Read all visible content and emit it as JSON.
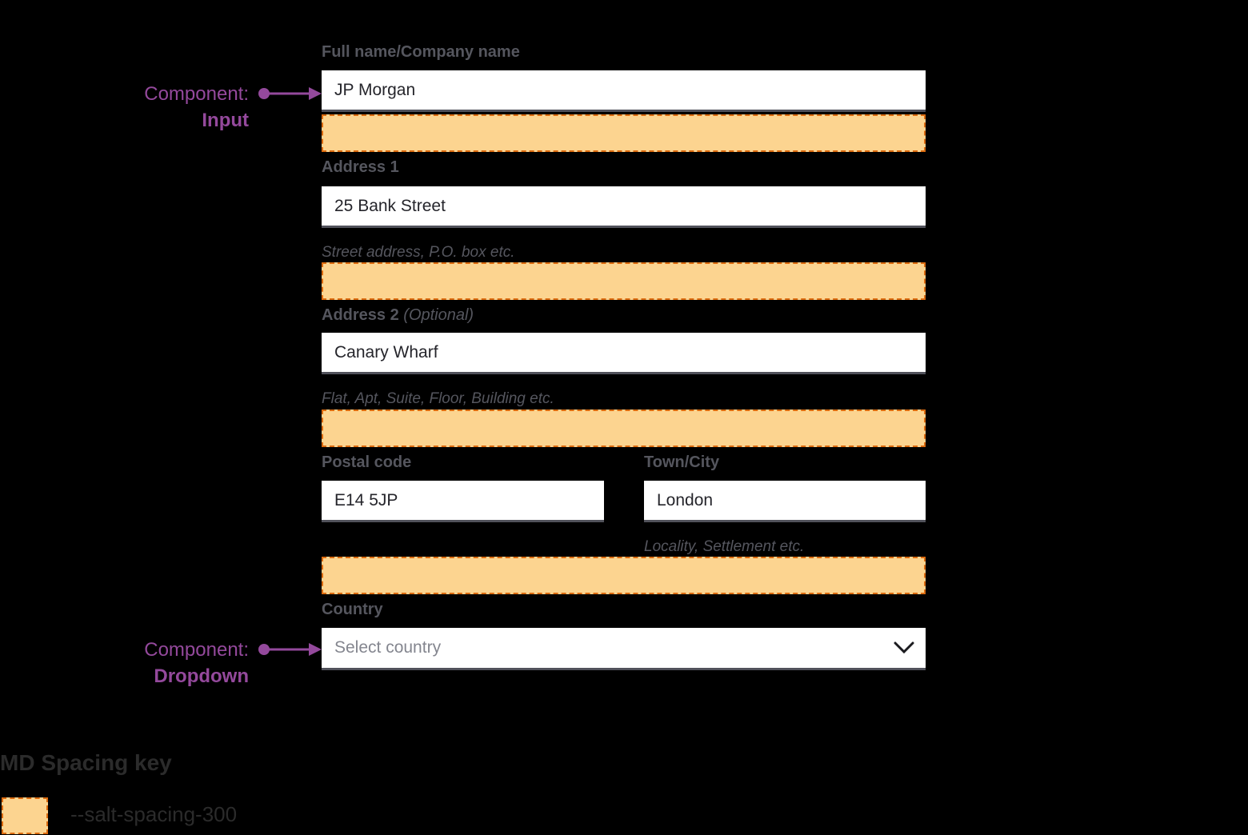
{
  "form": {
    "fields": [
      {
        "type": "input",
        "label": "Full name/Company name",
        "value": "JP Morgan"
      },
      {
        "type": "input",
        "label": "Address 1",
        "value": "25 Bank Street",
        "helper": "Street address, P.O. box etc."
      },
      {
        "type": "input",
        "label": "Address 2",
        "label_suffix": "(Optional)",
        "value": "Canary Wharf",
        "helper": "Flat, Apt, Suite, Floor, Building etc."
      },
      {
        "type": "input",
        "label": "Postal code",
        "value": "E14 5JP"
      },
      {
        "type": "input",
        "label": "Town/City",
        "value": "London",
        "helper": "Locality, Settlement etc."
      },
      {
        "type": "dropdown",
        "label": "Country",
        "placeholder": "Select country"
      }
    ]
  },
  "annotations": [
    {
      "prefix": "Component:",
      "component": "Input"
    },
    {
      "prefix": "Component:",
      "component": "Dropdown"
    }
  ],
  "legend": {
    "title": "MD Spacing key",
    "token": "--salt-spacing-300"
  },
  "icons": {
    "dropdown_chevron": "chevron-down-icon"
  },
  "colors": {
    "background": "#000000",
    "annotation_purple": "#94499C",
    "spacing_fill": "#FCD490",
    "spacing_border": "#DC6B0F",
    "input_border_bottom": "#51525B",
    "label_text": "#55565E",
    "value_text": "#25252B",
    "placeholder_text": "#84868F",
    "legend_text": "#2B2B2B"
  }
}
